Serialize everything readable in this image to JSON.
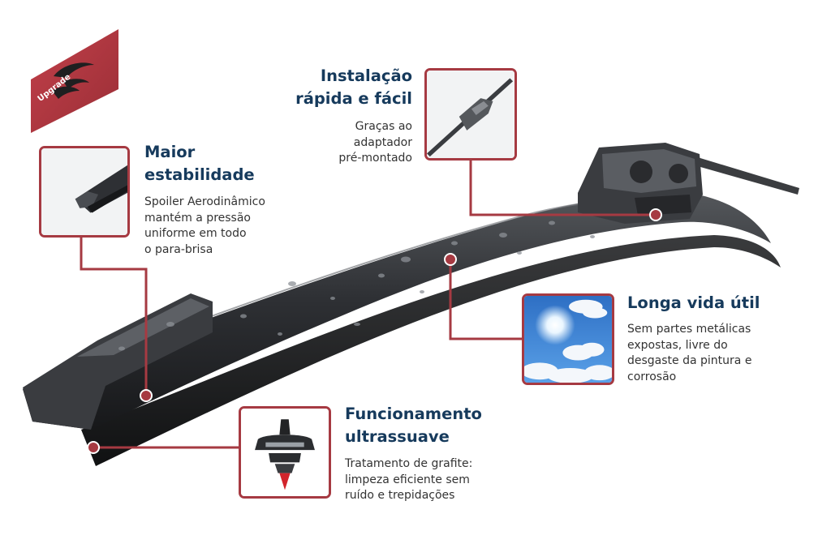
{
  "badge": {
    "label": "Upgrade"
  },
  "features": {
    "installation": {
      "title_line1": "Instalação",
      "title_line2": "rápida e fácil",
      "desc_line1": "Graças ao",
      "desc_line2": "adaptador",
      "desc_line3": "pré-montado"
    },
    "stability": {
      "title_line1": "Maior",
      "title_line2": "estabilidade",
      "desc_line1": "Spoiler Aerodinâmico",
      "desc_line2": "mantém a pressão",
      "desc_line3": "uniforme em todo",
      "desc_line4": "o para-brisa"
    },
    "durability": {
      "title": "Longa vida útil",
      "desc_line1": "Sem partes metálicas",
      "desc_line2": "expostas, livre do",
      "desc_line3": "desgaste da pintura e",
      "desc_line4": "corrosão"
    },
    "smooth": {
      "title_line1": "Funcionamento",
      "title_line2": "ultrassuave",
      "desc_line1": "Tratamento de grafite:",
      "desc_line2": "limpeza eficiente sem",
      "desc_line3": "ruído e trepidações"
    }
  },
  "colors": {
    "accent": "#a63a42",
    "title": "#163a5c",
    "text": "#333333",
    "blade": "#2b2d30"
  }
}
